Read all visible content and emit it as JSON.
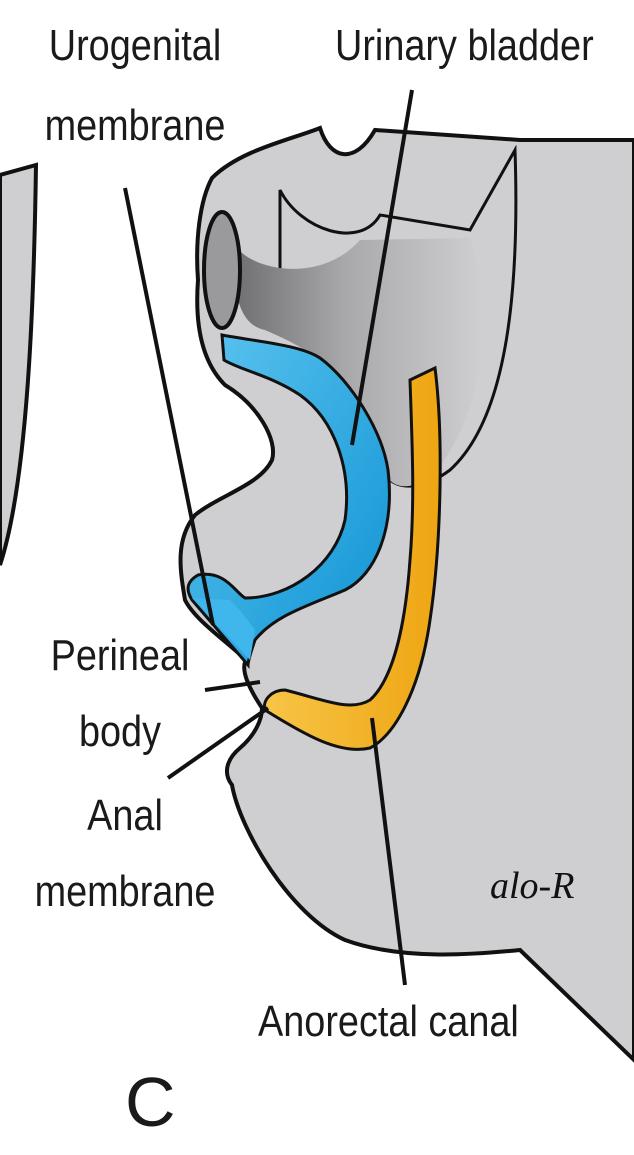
{
  "labels": {
    "urogenital_membrane_line1": "Urogenital",
    "urogenital_membrane_line2": "membrane",
    "urinary_bladder": "Urinary bladder",
    "perineal_body_line1": "Perineal",
    "perineal_body_line2": "body",
    "anal_membrane_line1": "Anal",
    "anal_membrane_line2": "membrane",
    "anorectal_canal": "Anorectal canal"
  },
  "panel_letter": "C",
  "signature": "alo-R",
  "colors": {
    "tissue_gray": "#cfcfd1",
    "tissue_dark": "#8e8e90",
    "urogenital_blue": "#1aa0dc",
    "anorectal_orange": "#f4b21f",
    "outline": "#111111"
  }
}
